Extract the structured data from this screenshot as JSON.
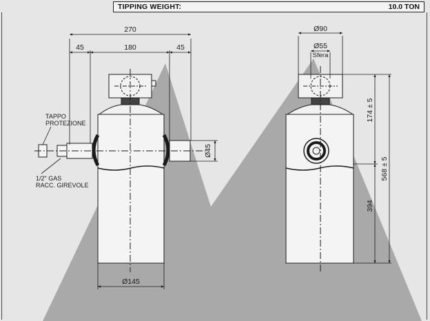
{
  "header": {
    "label": "TIPPING WEIGHT:",
    "value": "10.0 TON"
  },
  "front_view": {
    "overall_width": "270",
    "left_offset": "45",
    "center_span": "180",
    "right_offset": "45",
    "port_diameter": "Ø45",
    "body_diameter": "Ø145",
    "callout_cap_line1": "TAPPO",
    "callout_cap_line2": "PROTEZIONE",
    "callout_gas_line1": "1/2\" GAS",
    "callout_gas_line2": "RACC. GIREVOLE"
  },
  "side_view": {
    "head_diameter": "Ø90",
    "sphere_diameter": "Ø55",
    "sphere_label": "Sfera",
    "head_height": "174 ± 5",
    "total_height": "568 ± 5",
    "body_height": "394"
  },
  "colors": {
    "background": "#e6e6e6",
    "cone": "#a9a9a9",
    "line": "#1a1a1a"
  }
}
